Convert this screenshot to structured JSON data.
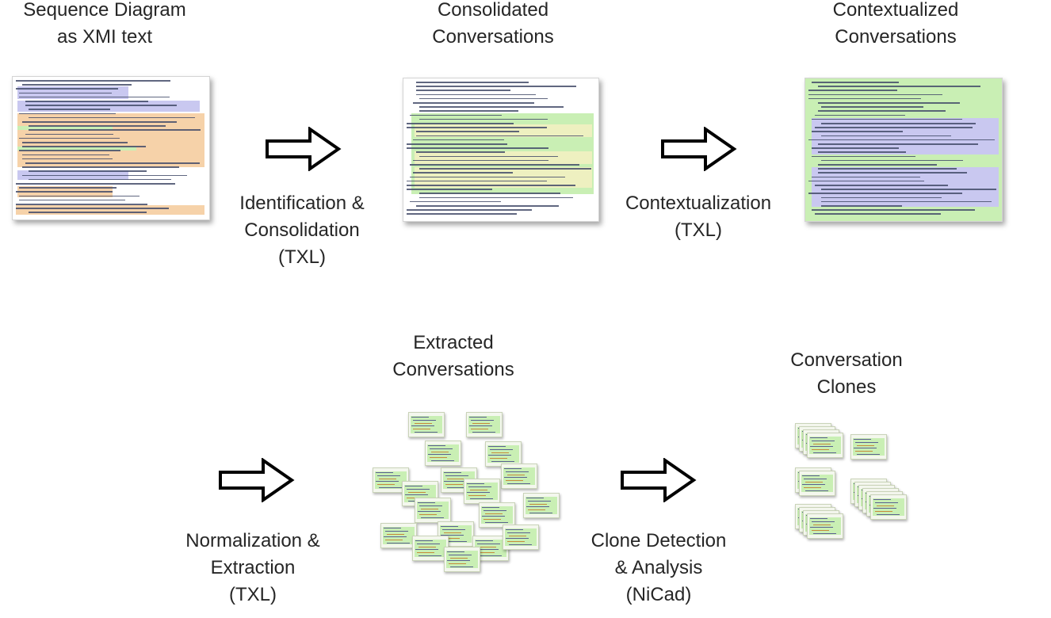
{
  "stages": {
    "xmi": {
      "lines": [
        "Sequence Diagram",
        "as XMI text"
      ]
    },
    "consolidated": {
      "lines": [
        "Consolidated",
        "Conversations"
      ]
    },
    "contextualized": {
      "lines": [
        "Contextualized",
        "Conversations"
      ]
    },
    "extracted": {
      "lines": [
        "Extracted",
        "Conversations"
      ]
    },
    "clones": {
      "lines": [
        "Conversation",
        "Clones"
      ]
    }
  },
  "steps": {
    "identification": {
      "lines": [
        "Identification &",
        "Consolidation",
        "(TXL)"
      ]
    },
    "contextualization": {
      "lines": [
        "Contextualization",
        "(TXL)"
      ]
    },
    "normalization": {
      "lines": [
        "Normalization &",
        "Extraction",
        "(TXL)"
      ]
    },
    "clone_detection": {
      "lines": [
        "Clone Detection",
        "& Analysis",
        "(NiCad)"
      ]
    }
  },
  "colors": {
    "text": "#262626",
    "purple_band": "#c9c8f0",
    "orange_band": "#f6d2a9",
    "green_band": "#c9efb4",
    "yellow_band": "#eef0c0",
    "arrow": "#000000"
  },
  "icons": {
    "arrow": "outlined-right-arrow-icon",
    "document": "xml-document-thumbnail"
  }
}
